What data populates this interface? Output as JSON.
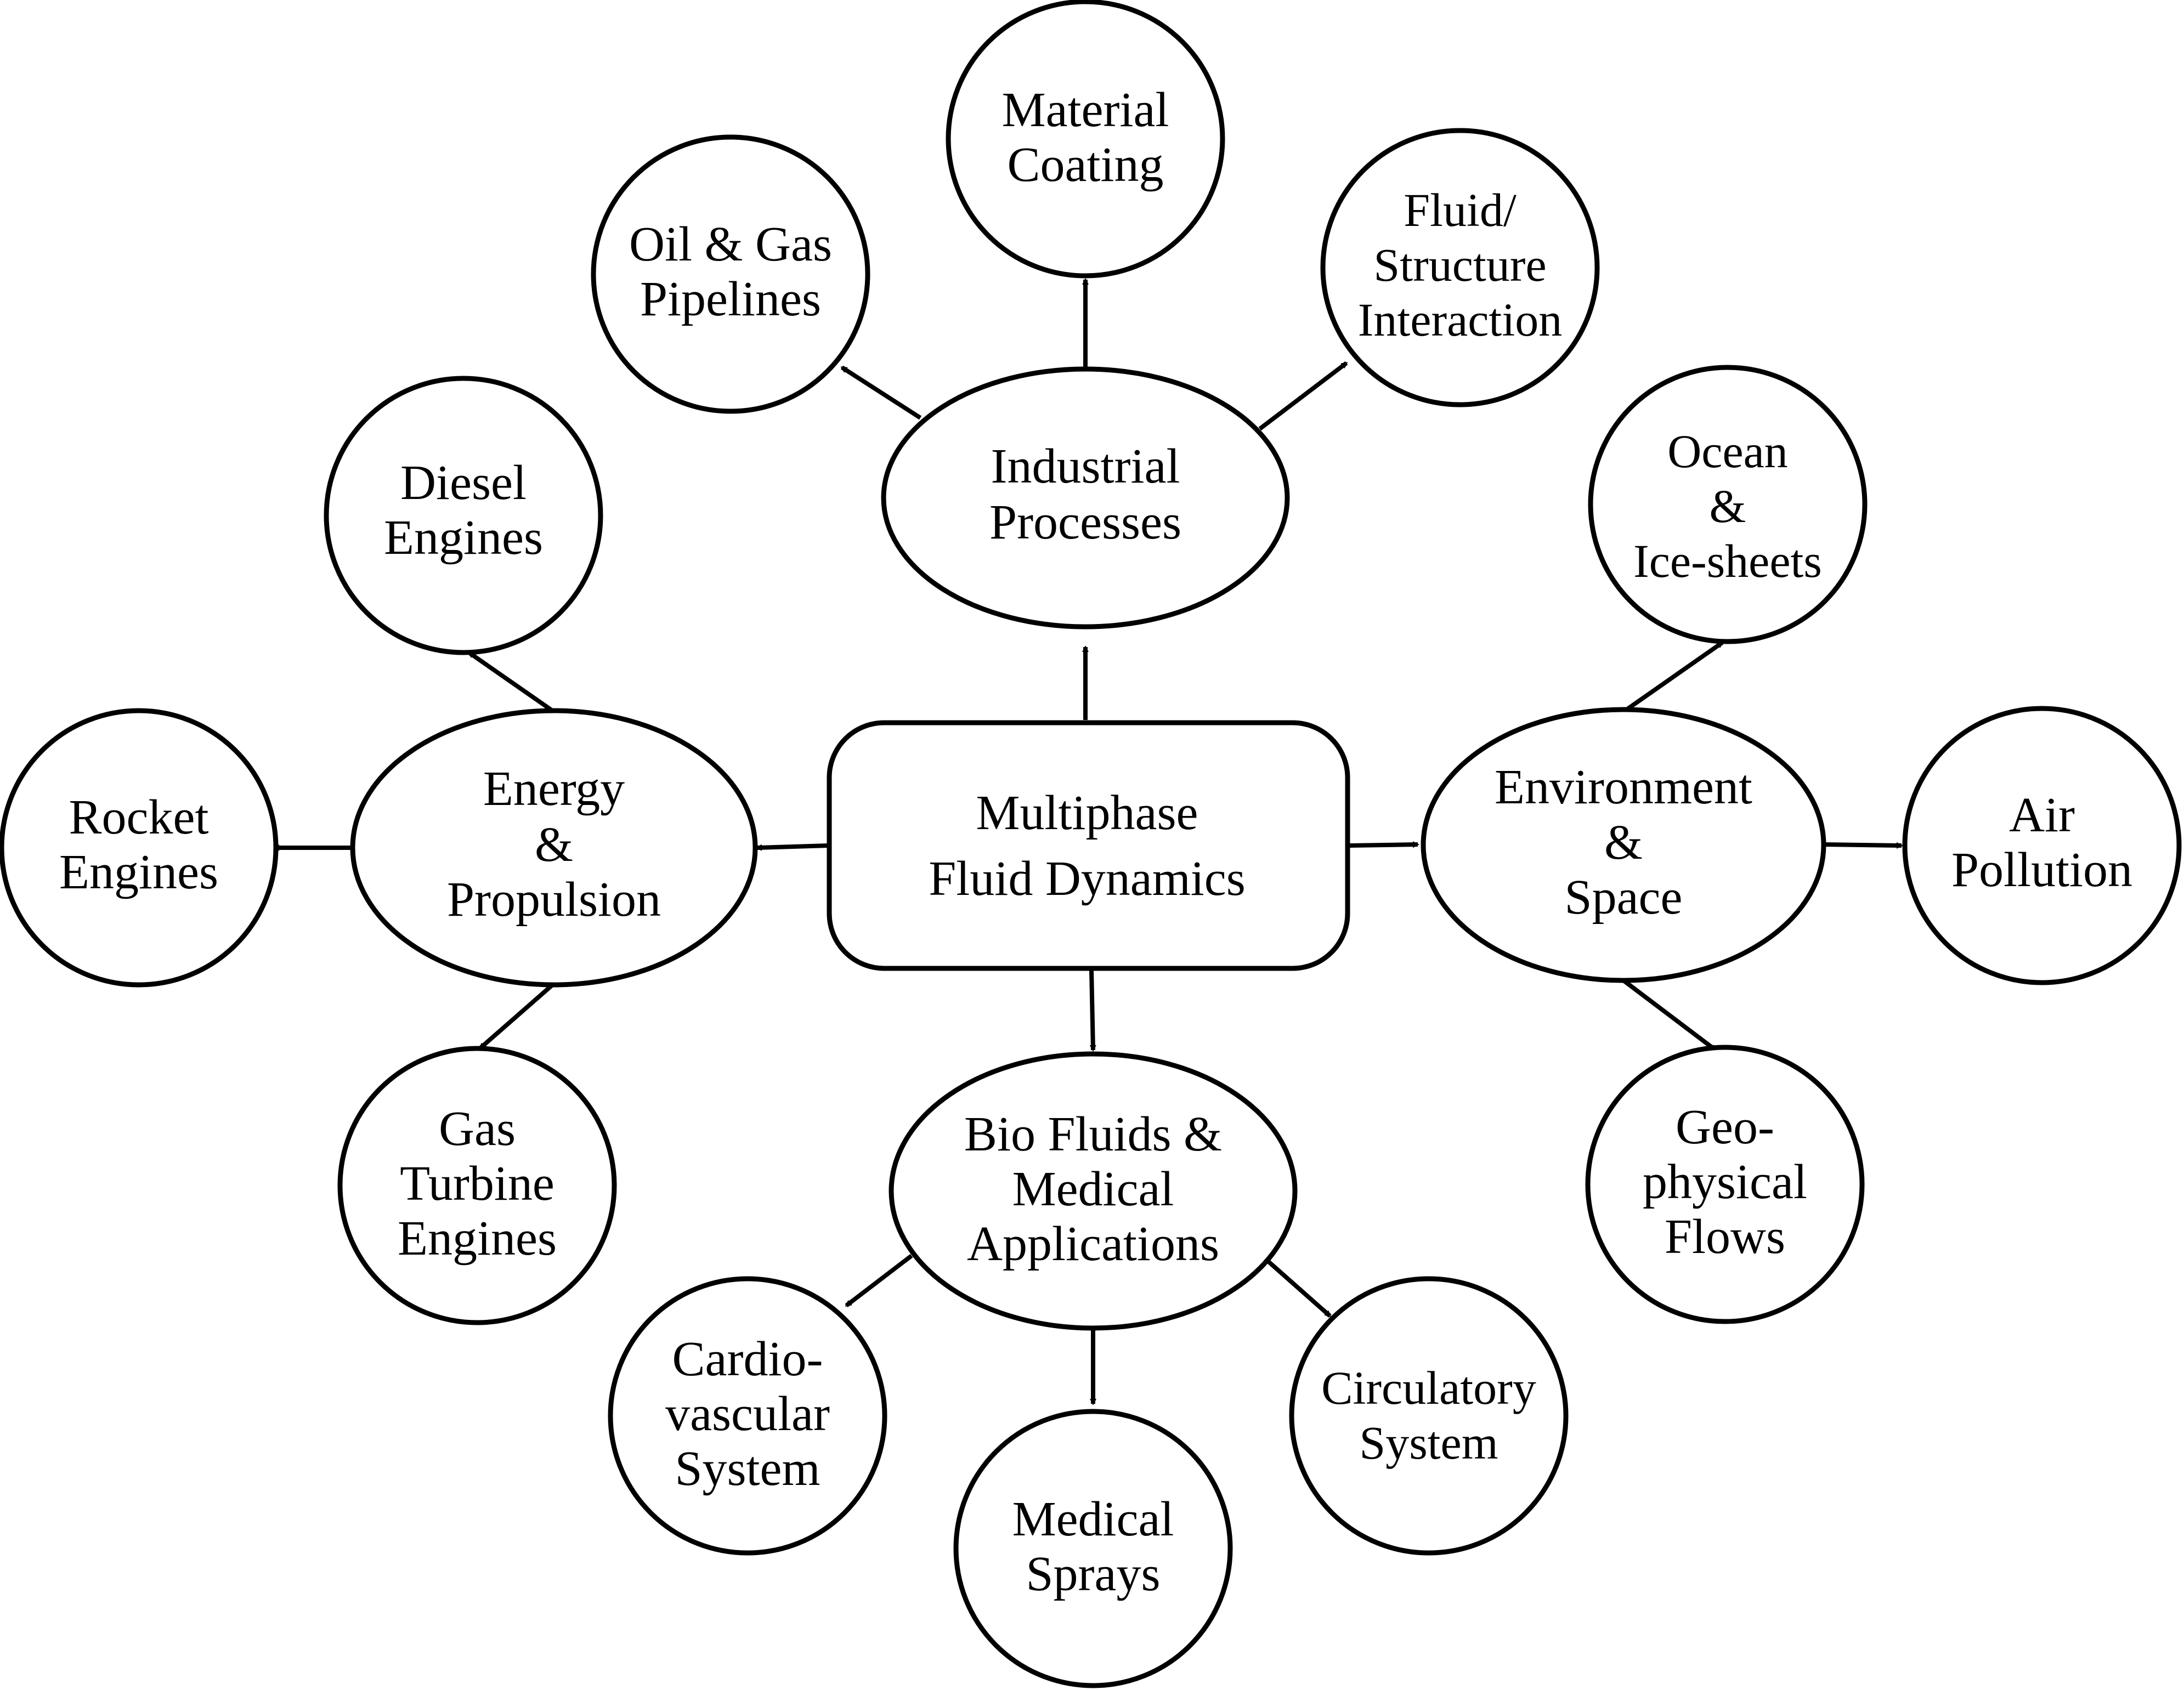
{
  "diagram": {
    "nodes": [
      {
        "id": "center",
        "lines": [
          "Multiphase",
          "Fluid Dynamics"
        ]
      },
      {
        "id": "industrial",
        "lines": [
          "Industrial",
          "Processes"
        ]
      },
      {
        "id": "energy",
        "lines": [
          "Energy",
          "&",
          "Propulsion"
        ]
      },
      {
        "id": "environment",
        "lines": [
          "Environment",
          "&",
          "Space"
        ]
      },
      {
        "id": "bio",
        "lines": [
          "Bio Fluids &",
          "Medical",
          "Applications"
        ]
      },
      {
        "id": "coating",
        "lines": [
          "Material",
          "Coating"
        ]
      },
      {
        "id": "oilgas",
        "lines": [
          "Oil & Gas",
          "Pipelines"
        ]
      },
      {
        "id": "fsi",
        "lines": [
          "Fluid/",
          "Structure",
          "Interaction"
        ]
      },
      {
        "id": "diesel",
        "lines": [
          "Diesel",
          "Engines"
        ]
      },
      {
        "id": "rocket",
        "lines": [
          "Rocket",
          "Engines"
        ]
      },
      {
        "id": "gasturbine",
        "lines": [
          "Gas",
          "Turbine",
          "Engines"
        ]
      },
      {
        "id": "ocean",
        "lines": [
          "Ocean",
          "&",
          "Ice-sheets"
        ]
      },
      {
        "id": "air",
        "lines": [
          "Air",
          "Pollution"
        ]
      },
      {
        "id": "geo",
        "lines": [
          "Geo-",
          "physical",
          "Flows"
        ]
      },
      {
        "id": "cardio",
        "lines": [
          "Cardio-",
          "vascular",
          "System"
        ]
      },
      {
        "id": "sprays",
        "lines": [
          "Medical",
          "Sprays"
        ]
      },
      {
        "id": "circulatory",
        "lines": [
          "Circulatory",
          "System"
        ]
      }
    ],
    "edges": [
      {
        "from": "center",
        "to": "industrial"
      },
      {
        "from": "center",
        "to": "energy"
      },
      {
        "from": "center",
        "to": "environment"
      },
      {
        "from": "center",
        "to": "bio"
      },
      {
        "from": "industrial",
        "to": "coating"
      },
      {
        "from": "industrial",
        "to": "oilgas"
      },
      {
        "from": "industrial",
        "to": "fsi"
      },
      {
        "from": "energy",
        "to": "diesel"
      },
      {
        "from": "energy",
        "to": "rocket"
      },
      {
        "from": "energy",
        "to": "gasturbine"
      },
      {
        "from": "environment",
        "to": "ocean"
      },
      {
        "from": "environment",
        "to": "air"
      },
      {
        "from": "environment",
        "to": "geo"
      },
      {
        "from": "bio",
        "to": "cardio"
      },
      {
        "from": "bio",
        "to": "sprays"
      },
      {
        "from": "bio",
        "to": "circulatory"
      }
    ]
  }
}
